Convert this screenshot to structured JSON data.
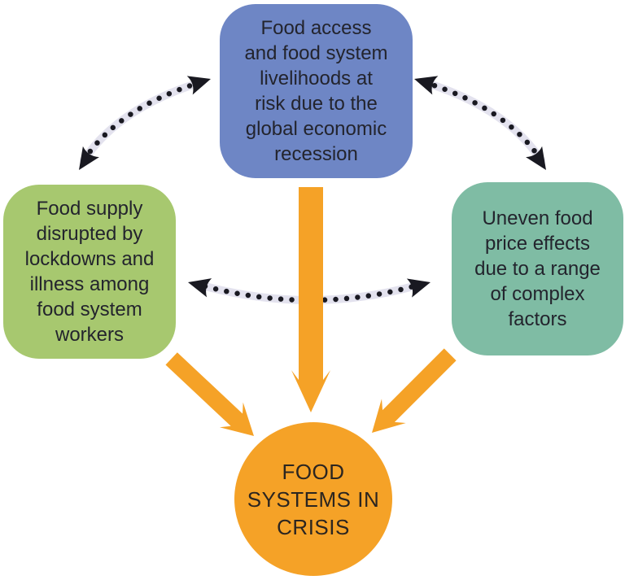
{
  "diagram": {
    "type": "concept-diagram",
    "topic": "food systems in crisis",
    "palette": {
      "top_box": "#6e86c5",
      "left_box": "#a7c86f",
      "right_box": "#7fbca4",
      "crisis_circle": "#f5a227",
      "solid_arrow": "#f5a227",
      "dotted_arrow_dot": "#191921",
      "dotted_arrow_halo": "#e3e2ee",
      "box_text": "#23242d",
      "circle_text": "#2b2520"
    },
    "nodes": {
      "top": {
        "lines": [
          "Food access",
          "and food system",
          "livelihoods at",
          "risk due to the",
          "global economic",
          "recession"
        ]
      },
      "left": {
        "lines": [
          "Food supply",
          "disrupted by",
          "lockdowns and",
          "illness among",
          "food system",
          "workers"
        ]
      },
      "right": {
        "lines": [
          "Uneven food",
          "price effects",
          "due to a range",
          "of complex",
          "factors"
        ]
      },
      "center": {
        "lines": [
          "FOOD",
          "SYSTEMS IN",
          "CRISIS"
        ]
      }
    },
    "arrows": {
      "bidirectional_dotted": [
        {
          "from": "left",
          "to": "top"
        },
        {
          "from": "left",
          "to": "right"
        },
        {
          "from": "top",
          "to": "right"
        }
      ],
      "solid": [
        {
          "from": "top",
          "to": "center"
        },
        {
          "from": "left",
          "to": "center"
        },
        {
          "from": "right",
          "to": "center"
        }
      ]
    }
  }
}
